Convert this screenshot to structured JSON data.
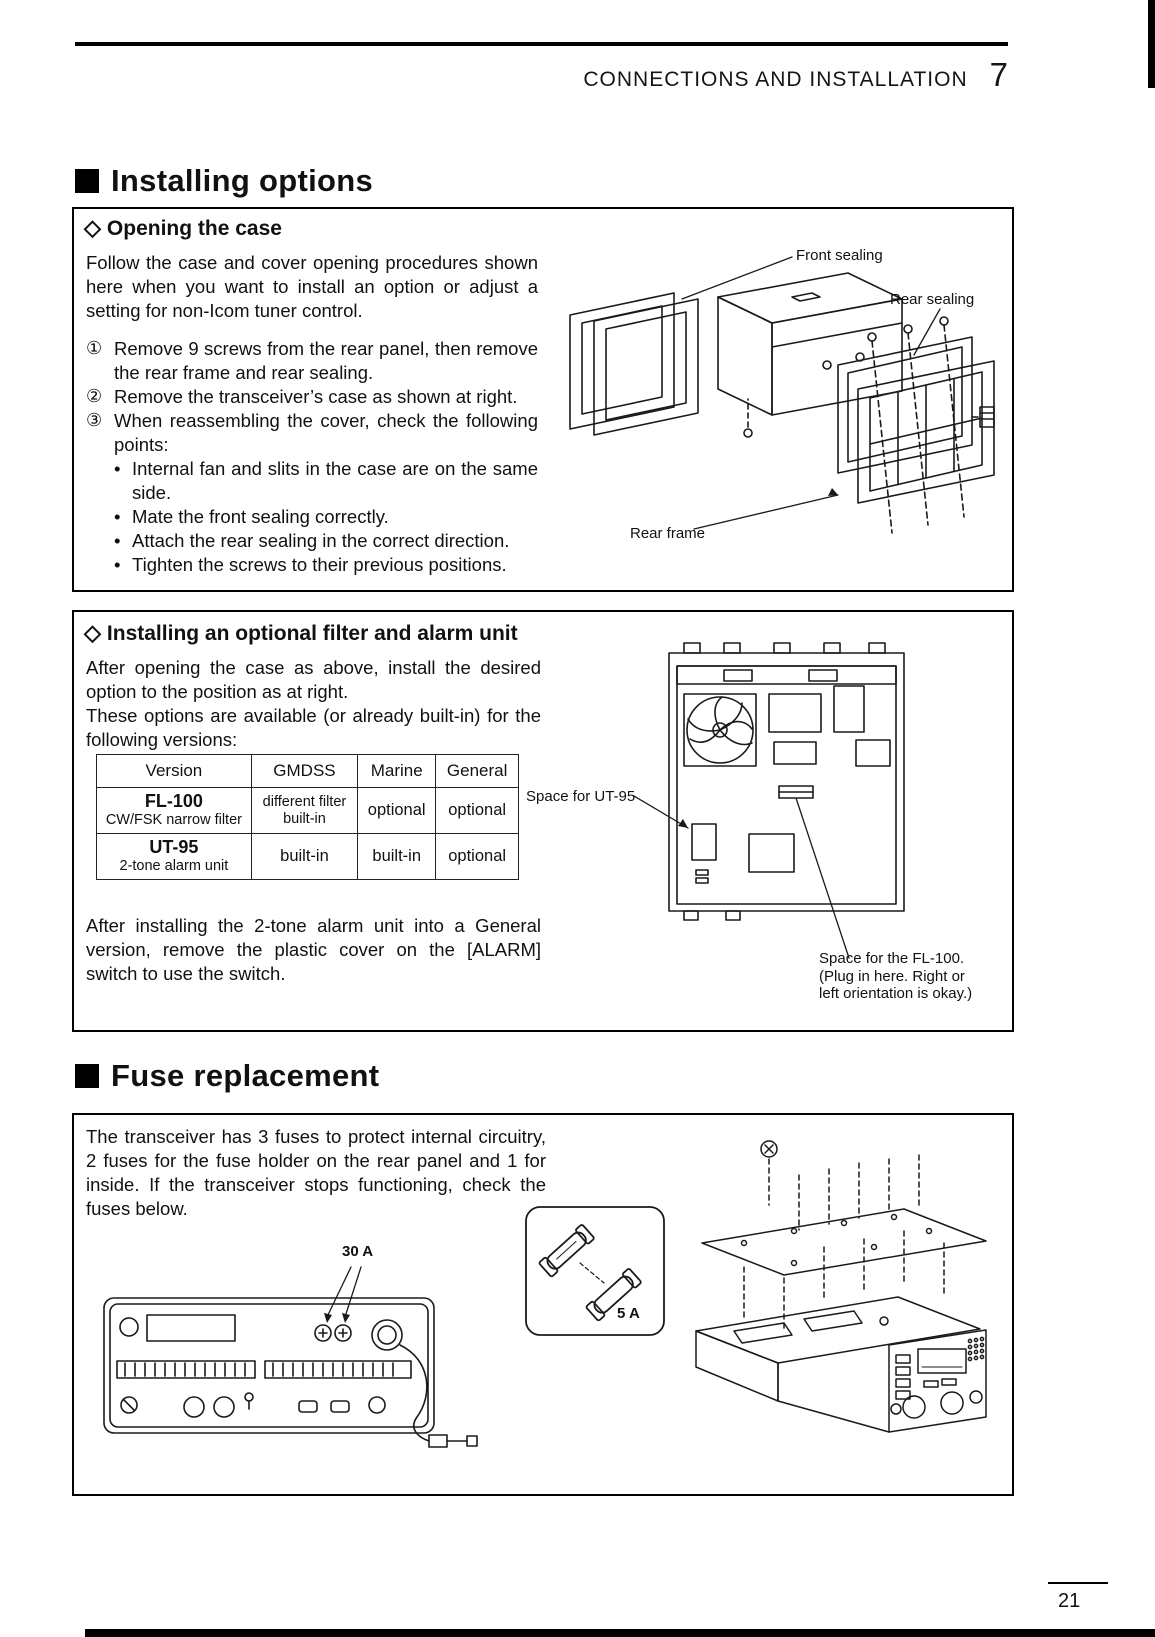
{
  "glyphs": {
    "square": "■",
    "diamond": "◇",
    "bullet": "•"
  },
  "header": {
    "title": "CONNECTIONS AND INSTALLATION",
    "chapter": "7"
  },
  "sections": {
    "installing_options": {
      "title": "Installing options"
    },
    "fuse_replacement": {
      "title": "Fuse replacement"
    }
  },
  "opening_case": {
    "title": "Opening the case",
    "intro": "Follow the case and cover opening procedures shown here when you want to install an option or adjust a setting for non-Icom tuner control.",
    "steps": [
      {
        "marker": "①",
        "text": "Remove 9 screws from the rear panel, then remove the rear frame and rear sealing."
      },
      {
        "marker": "②",
        "text": "Remove the transceiver’s case as shown at right."
      },
      {
        "marker": "③",
        "text": "When reassembling the cover, check the following points:"
      }
    ],
    "bullets": [
      {
        "text": "Internal fan and slits in the case are on the same side."
      },
      {
        "text": "Mate the front sealing correctly."
      },
      {
        "text": "Attach the rear sealing in the correct direction."
      },
      {
        "text": "Tighten the screws to their previous positions."
      }
    ],
    "labels": {
      "front_sealing": "Front sealing",
      "rear_sealing": "Rear sealing",
      "rear_frame": "Rear frame"
    }
  },
  "filter_alarm": {
    "title": "Installing an optional filter and alarm unit",
    "para1": "After opening the case as above, install the desired option to the position as at right.",
    "para2": "These options are available (or already built-in) for the following versions:",
    "table": {
      "headers": [
        "Version",
        "GMDSS",
        "Marine",
        "General"
      ],
      "rows": [
        {
          "name": "FL-100",
          "sub": "CW/FSK narrow filter",
          "gmdss_line1": "different filter",
          "gmdss_line2": "built-in",
          "marine": "optional",
          "general": "optional"
        },
        {
          "name": "UT-95",
          "sub": "2-tone alarm unit",
          "gmdss_line1": "built-in",
          "gmdss_line2": "",
          "marine": "built-in",
          "general": "optional"
        }
      ]
    },
    "para3": "After installing the 2-tone alarm unit into a General version, remove the plastic cover on the [ALARM] switch to use the switch.",
    "labels": {
      "space_ut95": "Space for UT-95",
      "space_fl100_line1": "Space for the FL-100.",
      "space_fl100_line2": "(Plug in here.  Right or",
      "space_fl100_line3": "left orientation is okay.)"
    }
  },
  "fuse": {
    "text": "The transceiver has 3 fuses to protect internal circuitry, 2 fuses for the fuse holder on the rear panel and 1 for inside.  If the transceiver stops functioning, check the fuses below.",
    "labels": {
      "fuse_30a": "30 A",
      "fuse_5a": "5 A"
    }
  },
  "footer": {
    "page_number": "21"
  }
}
